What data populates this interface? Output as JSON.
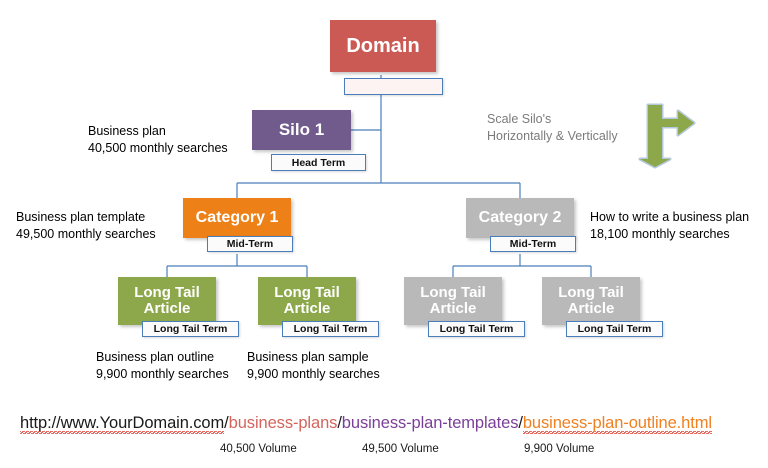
{
  "diagram": {
    "nodes": {
      "domain": {
        "title": "Domain",
        "tag": ""
      },
      "silo1": {
        "title": "Silo 1",
        "tag": "Head Term"
      },
      "category1": {
        "title": "Category 1",
        "tag": "Mid-Term"
      },
      "category2": {
        "title": "Category 2",
        "tag": "Mid-Term"
      },
      "article1": {
        "line1": "Long Tail",
        "line2": "Article",
        "tag": "Long Tail Term"
      },
      "article2": {
        "line1": "Long Tail",
        "line2": "Article",
        "tag": "Long Tail Term"
      },
      "article3": {
        "line1": "Long Tail",
        "line2": "Article",
        "tag": "Long Tail Term"
      },
      "article4": {
        "line1": "Long Tail",
        "line2": "Article",
        "tag": "Long Tail Term"
      }
    },
    "annotations": {
      "silo1": {
        "keyword": "Business plan",
        "volume": "40,500 monthly searches"
      },
      "category1": {
        "keyword": "Business plan template",
        "volume": "49,500 monthly searches"
      },
      "category2": {
        "keyword": "How to write a business plan",
        "volume": "18,100 monthly searches"
      },
      "article1": {
        "keyword": "Business plan outline",
        "volume": "9,900 monthly searches"
      },
      "article2": {
        "keyword": "Business plan sample",
        "volume": "9,900 monthly searches"
      }
    },
    "scale_note": {
      "line1": "Scale Silo's",
      "line2": "Horizontally & Vertically",
      "arrow_icon": "arrow-right-down-icon"
    },
    "colors": {
      "domain": "#cb5a55",
      "silo": "#715a8c",
      "category_active": "#ed8017",
      "category_inactive": "#b9b9b9",
      "article_active": "#8ca84a",
      "article_inactive": "#b9b9b9",
      "connector": "#4a7ebb",
      "tag_border": "#4a7ebb",
      "arrow": "#8ca84a",
      "note_text": "#7b7b7b"
    }
  },
  "url_example": {
    "segments": [
      {
        "text": "http://www.YourDomain.com",
        "color": "black",
        "spellcheck_underline": true
      },
      {
        "text": "/",
        "color": "black",
        "spellcheck_underline": false
      },
      {
        "text": "business-plans",
        "color": "red",
        "spellcheck_underline": false
      },
      {
        "text": "/",
        "color": "black",
        "spellcheck_underline": false
      },
      {
        "text": "business-plan-templates",
        "color": "purple",
        "spellcheck_underline": false
      },
      {
        "text": "/",
        "color": "black",
        "spellcheck_underline": false
      },
      {
        "text": "business-plan-outline.html",
        "color": "orange",
        "spellcheck_underline": true
      }
    ],
    "volumes": [
      {
        "label": "40,500 Volume"
      },
      {
        "label": "49,500 Volume"
      },
      {
        "label": "9,900 Volume"
      }
    ]
  }
}
